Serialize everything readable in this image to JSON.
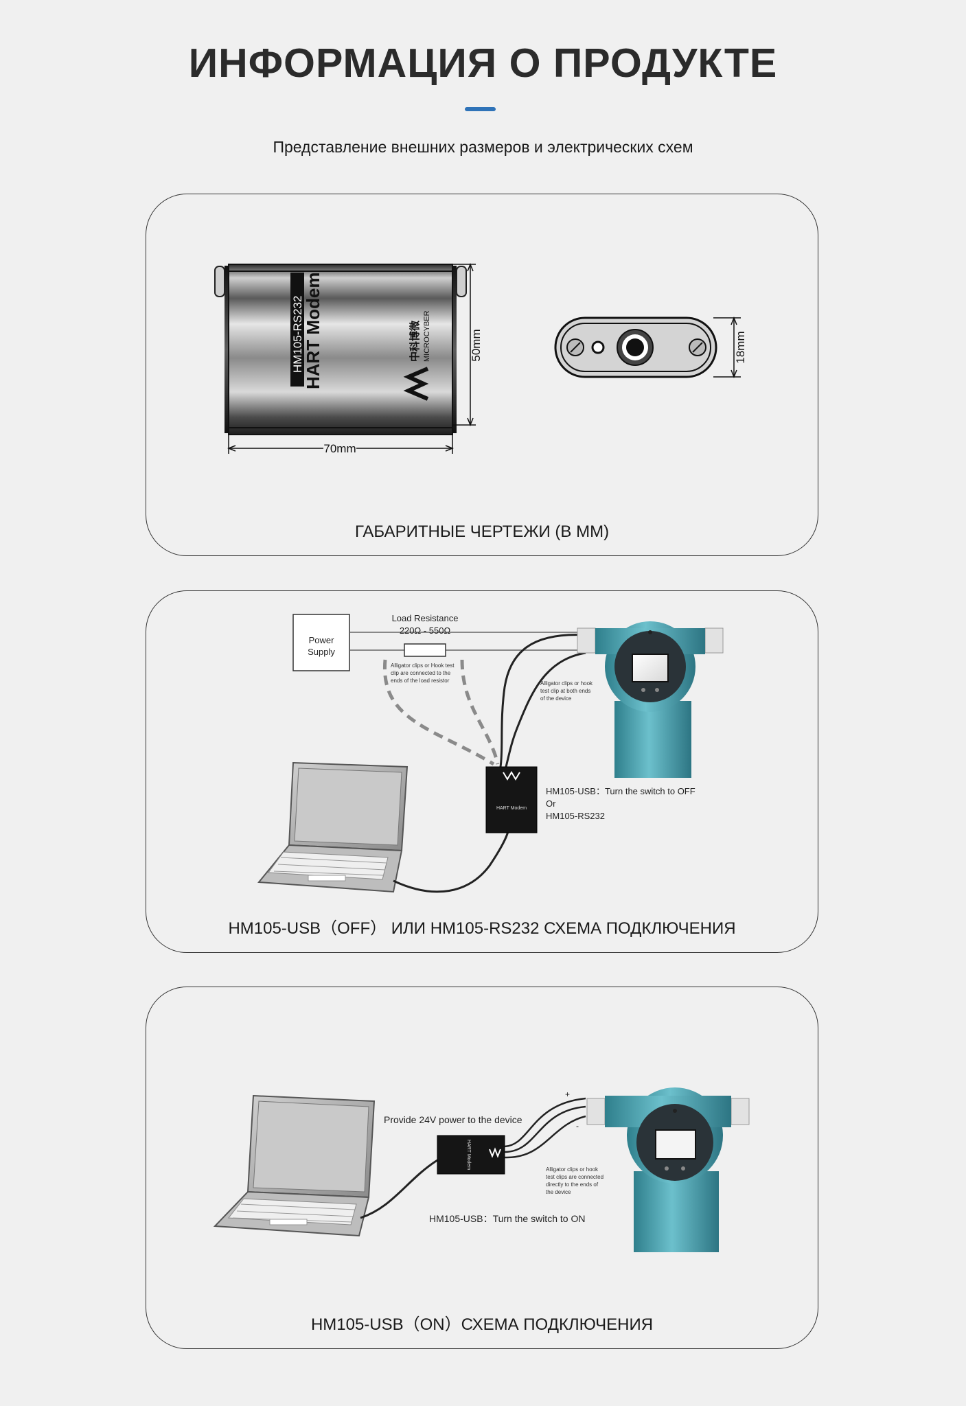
{
  "header": {
    "title": "ИНФОРМАЦИЯ О ПРОДУКТЕ",
    "subtitle": "Представление внешних размеров и электрических схем",
    "accent_color": "#2f73b8"
  },
  "card_dimensions": {
    "caption": "ГАБАРИТНЫЕ ЧЕРТЕЖИ (В ММ)",
    "device_label_model": "HM105-RS232",
    "device_label_name": "HART Modem",
    "brand_cn": "中科博微",
    "brand_en": "MICROCYBER",
    "dim_height": "50mm",
    "dim_width": "70mm",
    "dim_depth": "18mm"
  },
  "card_off": {
    "caption": "HM105-USB（OFF） ИЛИ HM105-RS232 СХЕМА ПОДКЛЮЧЕНИЯ",
    "power_supply_line1": "Power",
    "power_supply_line2": "Supply",
    "load_resistance_title": "Load Resistance",
    "load_resistance_value": "220Ω - 550Ω",
    "clip_note_resistor": [
      "Alligator clips or Hook test",
      "clip are connected to the",
      "ends of the load resistor"
    ],
    "clip_note_device": [
      "Alligator clips or hook",
      "test clip at both ends",
      "of the device"
    ],
    "modem_note_line1": "HM105-USB：Turn the switch to OFF",
    "modem_note_line2": "Or",
    "modem_note_line3": "HM105-RS232",
    "modem_face_text": "HART Modem"
  },
  "card_on": {
    "caption": "HM105-USB（ON）СХЕМА ПОДКЛЮЧЕНИЯ",
    "power_note": "Provide 24V power to the device",
    "plus_sign": "+",
    "minus_sign": "-",
    "clip_note": [
      "Alligator clips or hook",
      "test clips are connected",
      "directly to the ends of",
      "the device"
    ],
    "switch_note": "HM105-USB：Turn the switch to ON",
    "modem_face_text": "HART Modem"
  }
}
